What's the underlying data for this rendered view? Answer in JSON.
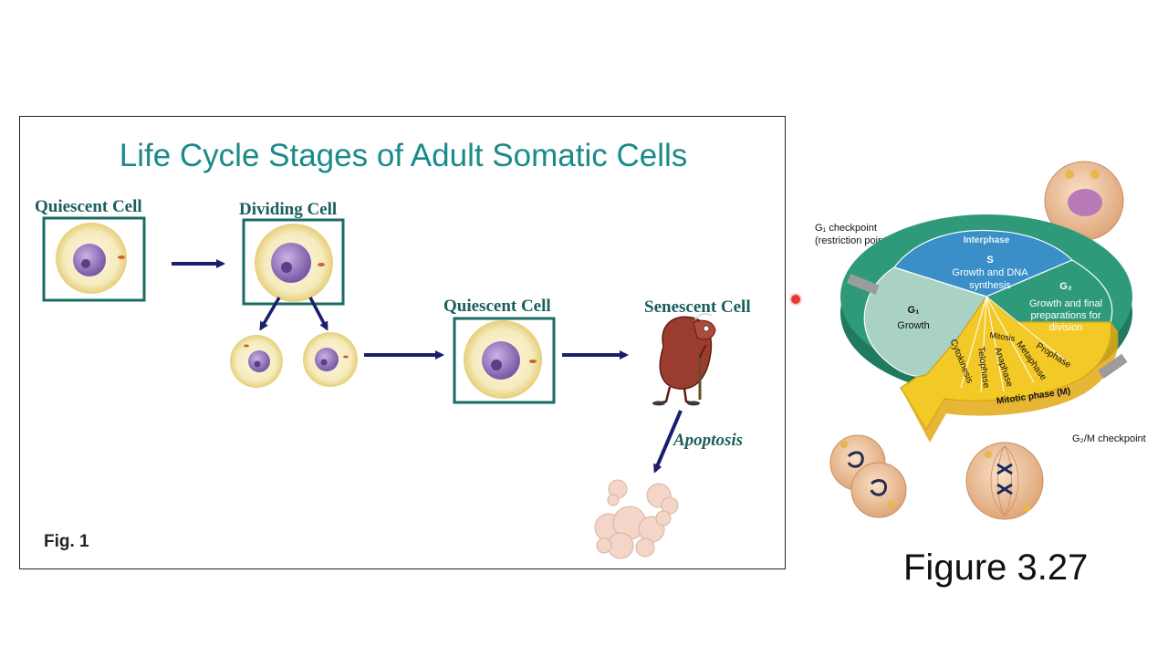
{
  "fig1": {
    "title": "Life Cycle Stages of Adult Somatic Cells",
    "label_quiescent_1": "Quiescent Cell",
    "label_dividing": "Dividing Cell",
    "label_quiescent_2": "Quiescent Cell",
    "label_senescent": "Senescent Cell",
    "label_apoptosis": "Apoptosis",
    "caption": "Fig. 1"
  },
  "cycle": {
    "g1_checkpoint": "G₁ checkpoint",
    "restriction_point": "(restriction point)",
    "interphase": "Interphase",
    "s_title": "S",
    "s_desc_1": "Growth and DNA",
    "s_desc_2": "synthesis",
    "g2_title": "G₂",
    "g2_desc_1": "Growth and final",
    "g2_desc_2": "preparations for",
    "g2_desc_3": "division",
    "g1_title": "G₁",
    "g1_desc": "Growth",
    "mitosis": "Mitosis",
    "prophase": "Prophase",
    "metaphase": "Metaphase",
    "anaphase": "Anaphase",
    "telophase": "Telophase",
    "cytokinesis": "Cytokinesis",
    "mitotic_phase": "Mitotic phase (M)",
    "g2m_checkpoint": "G₂/M checkpoint"
  },
  "figure_label": "Figure 3.27",
  "colors": {
    "title_teal": "#1b8a8a",
    "box_teal": "#1a6b66",
    "arrow_navy": "#1a1f6b",
    "nucleus": "#8b6bb5",
    "cell_fill": "#f7efc6",
    "interphase_green": "#2f9a7a",
    "s_blue": "#3b8fc8",
    "g1_pale": "#a9d2c4",
    "mitotic_yellow": "#f3c928"
  }
}
